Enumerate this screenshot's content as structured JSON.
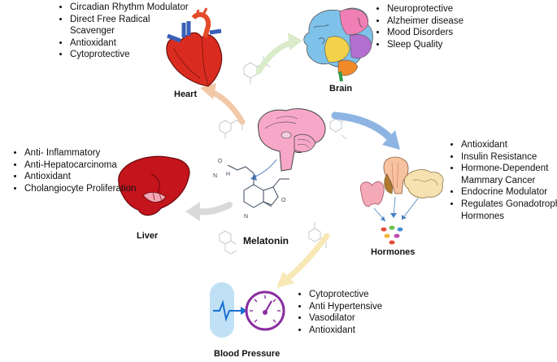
{
  "organs": {
    "heart": {
      "label": "Heart",
      "effects": [
        "Circadian Rhythm Modulator",
        "Direct Free Radical Scavenger",
        "Antioxidant",
        "Cytoprotective"
      ]
    },
    "brain": {
      "label": "Brain",
      "effects": [
        "Neuroprotective",
        "Alzheimer disease",
        "Mood Disorders",
        "Sleep Quality"
      ]
    },
    "liver": {
      "label": "Liver",
      "effects": [
        "Anti- Inflammatory",
        "Anti-Hepatocarcinoma",
        "Antioxidant",
        "Cholangiocyte Proliferation"
      ]
    },
    "hormones": {
      "label": "Hormones",
      "effects": [
        "Antioxidant",
        "Insulin Resistance",
        "Hormone-Dependent Mammary Cancer",
        "Endocrine Modulator",
        "Regulates Gonadotrophic Hormones"
      ]
    },
    "blood_pressure": {
      "label": "Blood Pressure",
      "effects": [
        "Cytoprotective",
        "Anti Hypertensive",
        "Vasodilator",
        "Antioxidant"
      ]
    }
  },
  "center": {
    "label": "Melatonin"
  },
  "icons": [
    "heart-icon",
    "brain-icon",
    "liver-icon",
    "glands-icon",
    "blood-pressure-gauge-icon",
    "pulse-icon",
    "pineal-brain-icon",
    "melatonin-molecule-icon"
  ],
  "colors": {
    "heart_arrow": "#f2c9a8",
    "brain_arrow": "#d9ebc9",
    "hormones_arrow": "#8db4e2",
    "liver_arrow": "#d9d9d9",
    "bp_arrow": "#f7e8b5"
  }
}
